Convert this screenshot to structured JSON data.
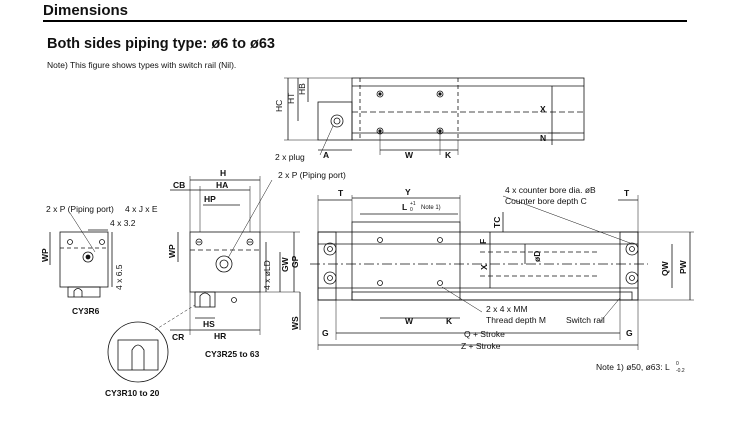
{
  "header": {
    "title": "Dimensions"
  },
  "subtitle": "Both sides piping type: ø6 to ø63",
  "note": "Note) This figure shows types with switch rail (Nil).",
  "labels": {
    "hc": "HC",
    "ht": "HT",
    "hb": "HB",
    "x": "X",
    "n": "N",
    "a": "A",
    "w": "W",
    "k": "K",
    "plug": "2 x plug",
    "piping_port_left": "2 x P (Piping port)",
    "j_e": "4 x J x E",
    "x32": "4 x 3.2",
    "wp": "WP",
    "x65": "4 x 6.5",
    "cy3r6": "CY3R6",
    "h": "H",
    "cb": "CB",
    "ha": "HA",
    "hp": "HP",
    "piping_port_mid": "2 x P (Piping port)",
    "ld": "4 x øLD",
    "gw": "GW",
    "gp": "GP",
    "ws": "WS",
    "hs": "HS",
    "cr": "CR",
    "hr": "HR",
    "cy3r25": "CY3R25 to 63",
    "cy3r10": "CY3R10 to 20",
    "t_left": "T",
    "y": "Y",
    "l_note": "L",
    "l_sup": "+1",
    "l_sub": "0",
    "note1_ref": "Note 1)",
    "f": "F",
    "tc": "TC",
    "d": "øD",
    "cb_dia": "4 x counter bore dia. øB",
    "cb_depth": "Counter bore depth C",
    "t_right": "T",
    "qw": "QW",
    "pw": "PW",
    "mm": "2 x 4 x MM",
    "thread": "Thread depth M",
    "switch_rail": "Switch rail",
    "q_stroke": "Q + Stroke",
    "z_stroke": "Z + Stroke",
    "g": "G",
    "note1": "Note 1) ø50, ø63: L",
    "note1_sup": "0",
    "note1_sub": "-0.2"
  }
}
